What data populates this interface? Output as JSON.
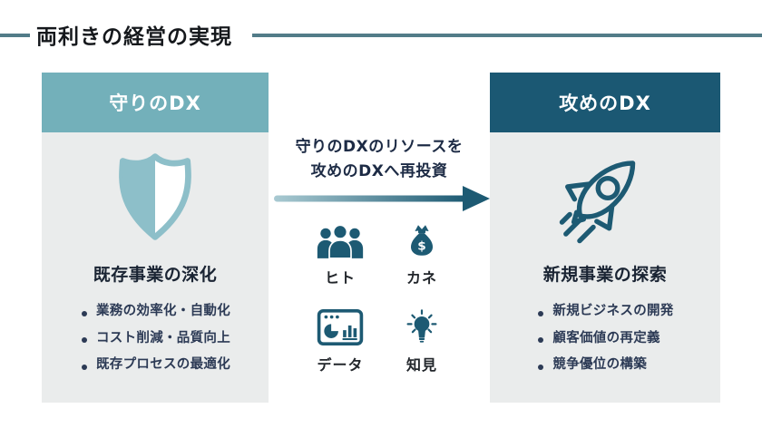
{
  "page": {
    "title": "両利きの経営の実現"
  },
  "left_card": {
    "header": "守りのDX",
    "icon": "shield-icon",
    "title": "既存事業の深化",
    "bullets": [
      "業務の効率化・自動化",
      "コスト削減・品質向上",
      "既存プロセスの最適化"
    ]
  },
  "right_card": {
    "header": "攻めのDX",
    "icon": "rocket-icon",
    "title": "新規事業の探索",
    "bullets": [
      "新規ビジネスの開発",
      "顧客価値の再定義",
      "競争優位の構築"
    ]
  },
  "center": {
    "caption_line1": "守りのDXのリソースを",
    "caption_line2": "攻めのDXへ再投資",
    "resources": [
      {
        "label": "ヒト",
        "icon": "people-icon"
      },
      {
        "label": "カネ",
        "icon": "money-bag-icon"
      },
      {
        "label": "データ",
        "icon": "data-dashboard-icon"
      },
      {
        "label": "知見",
        "icon": "lightbulb-icon"
      }
    ]
  },
  "colors": {
    "defensive_header_bg": "#73b0ba",
    "offensive_header_bg": "#1b5873",
    "card_body_bg": "#eaecec",
    "shield_teal": "#8dbfc9",
    "icon_dark_teal": "#1d5a73",
    "title_rule": "#527c88",
    "dark_text": "#1a2433",
    "bullet_text": "#2c3a55"
  }
}
